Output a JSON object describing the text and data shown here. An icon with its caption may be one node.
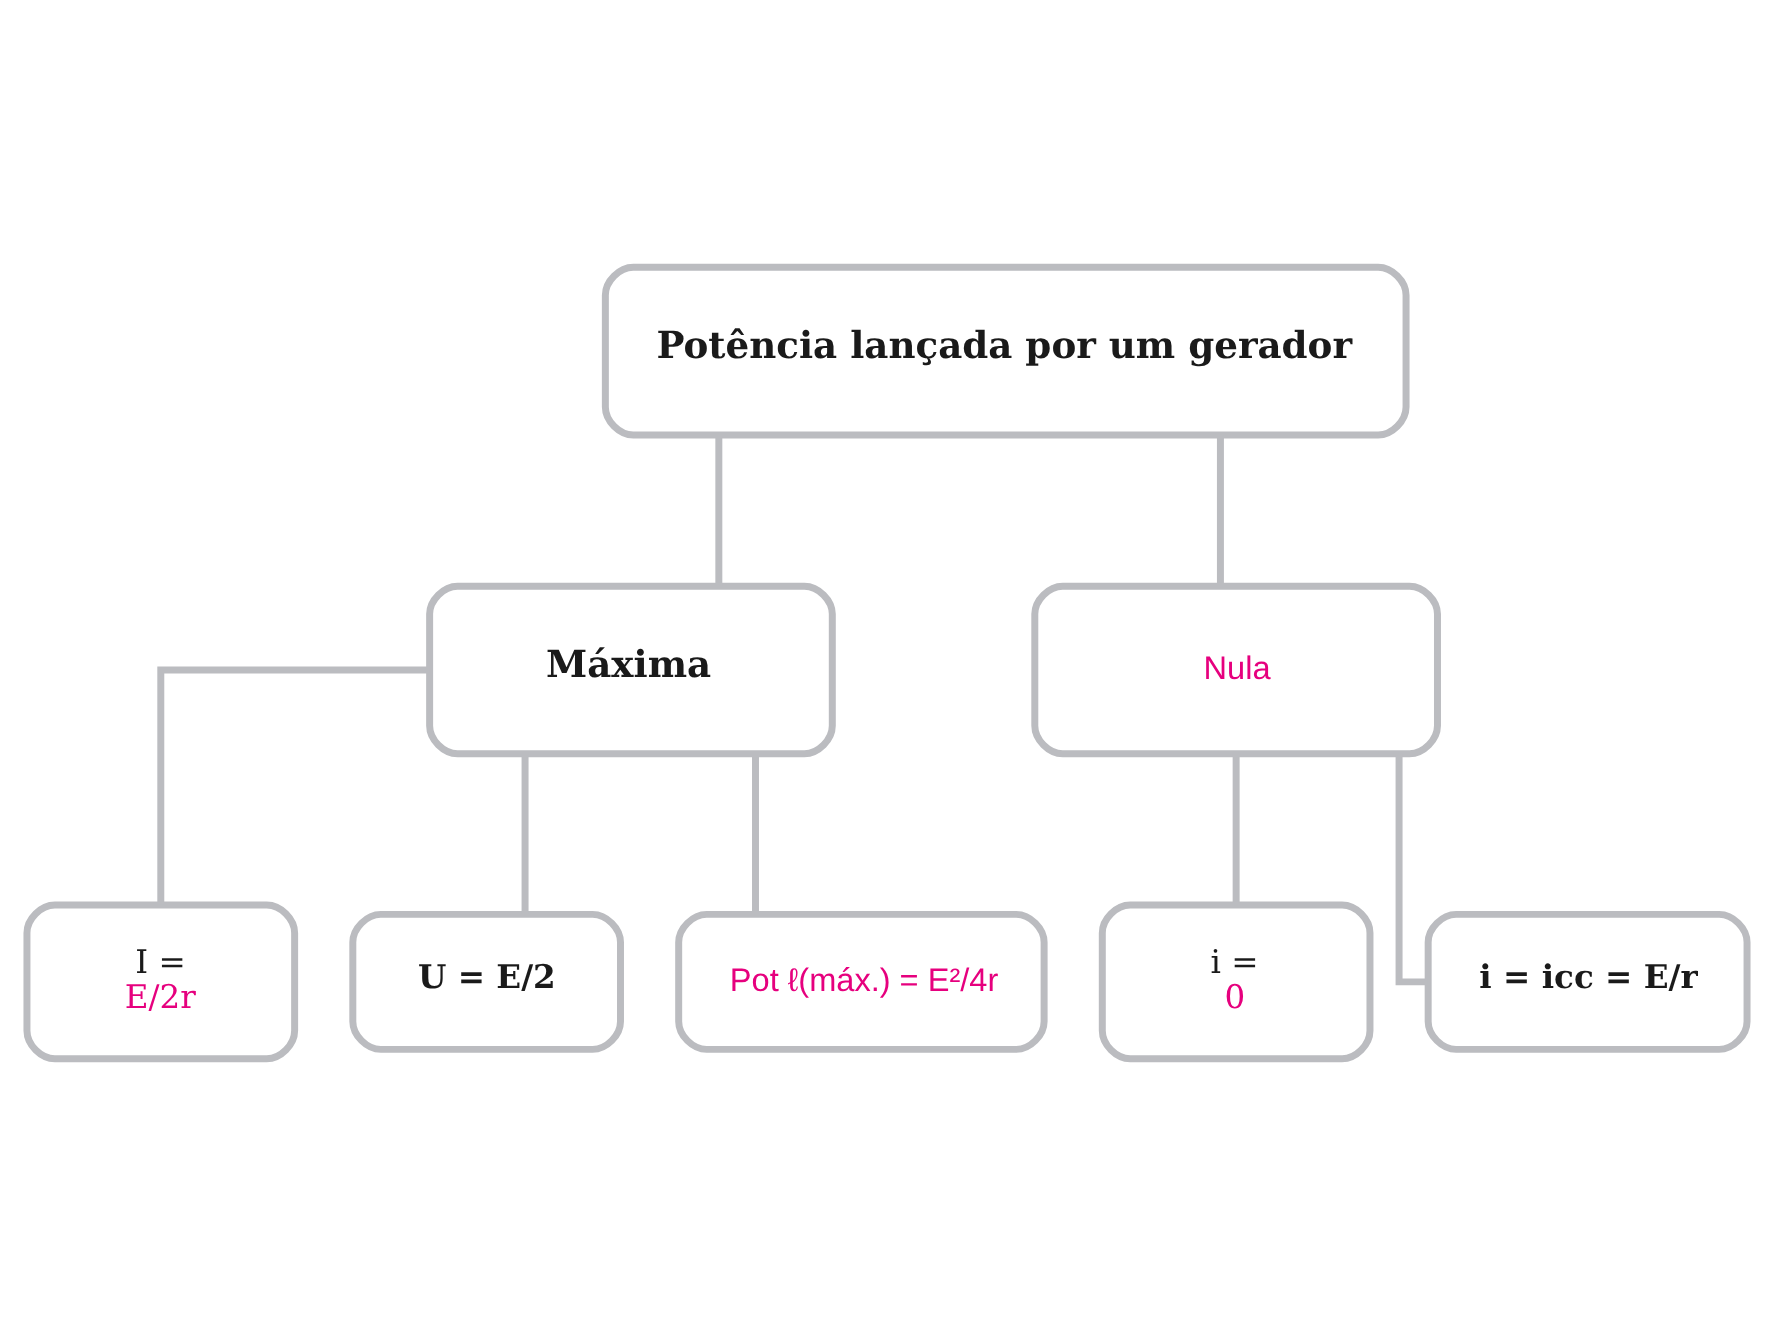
{
  "diagram": {
    "nodes": [
      {
        "text": [
          "Potência lançada por um gerador"
        ]
      },
      {
        "text": [
          "Máxima"
        ]
      },
      {
        "text": [
          "Nula"
        ]
      },
      {
        "text": [
          "I =",
          "E/2r"
        ]
      },
      {
        "text": [
          "U = E/2"
        ]
      },
      {
        "text": [
          "Pot ℓ(máx.) = E²/4r"
        ]
      },
      {
        "text": [
          "i =",
          "0"
        ]
      },
      {
        "text": [
          "i = icc = E/r"
        ]
      }
    ],
    "edges": [
      {
        "from": 0,
        "to": 1,
        "arrow": "none"
      },
      {
        "from": 0,
        "to": 2,
        "arrow": "none"
      },
      {
        "from": 1,
        "to": 3,
        "arrow": "none"
      },
      {
        "from": 1,
        "to": 4,
        "arrow": "none"
      },
      {
        "from": 1,
        "to": 5,
        "arrow": "none"
      },
      {
        "from": 2,
        "to": 6,
        "arrow": "none"
      },
      {
        "from": 2,
        "to": 7,
        "arrow": "none"
      }
    ]
  }
}
